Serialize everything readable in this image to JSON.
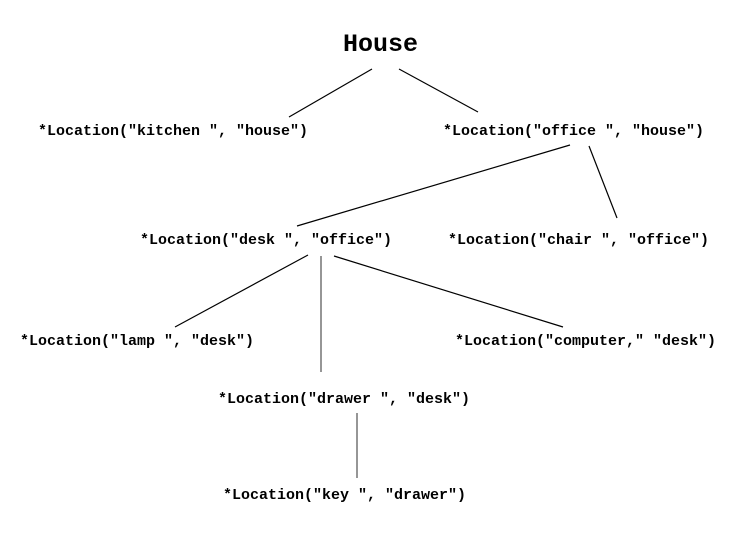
{
  "diagram": {
    "title": "House",
    "nodes": [
      {
        "id": "house",
        "label": "House",
        "parent": null
      },
      {
        "id": "kitchen",
        "label": "*Location(\"kitchen \", \"house\")",
        "parent": "house"
      },
      {
        "id": "office",
        "label": "*Location(\"office \", \"house\")",
        "parent": "house"
      },
      {
        "id": "desk",
        "label": "*Location(\"desk \", \"office\")",
        "parent": "office"
      },
      {
        "id": "chair",
        "label": "*Location(\"chair \", \"office\")",
        "parent": "office"
      },
      {
        "id": "lamp",
        "label": "*Location(\"lamp \", \"desk\")",
        "parent": "desk"
      },
      {
        "id": "drawer",
        "label": "*Location(\"drawer \", \"desk\")",
        "parent": "desk"
      },
      {
        "id": "computer",
        "label": "*Location(\"computer,\" \"desk\")",
        "parent": "desk"
      },
      {
        "id": "key",
        "label": "*Location(\"key \", \"drawer\")",
        "parent": "drawer"
      }
    ],
    "edges": [
      {
        "from": "house",
        "to": "kitchen"
      },
      {
        "from": "house",
        "to": "office"
      },
      {
        "from": "office",
        "to": "desk"
      },
      {
        "from": "office",
        "to": "chair"
      },
      {
        "from": "desk",
        "to": "lamp"
      },
      {
        "from": "desk",
        "to": "drawer"
      },
      {
        "from": "desk",
        "to": "computer"
      },
      {
        "from": "drawer",
        "to": "key"
      }
    ],
    "colors": {
      "background": "#ffffff",
      "text": "#000000",
      "edge": "#000000",
      "edge_vertical": "#737373"
    }
  }
}
